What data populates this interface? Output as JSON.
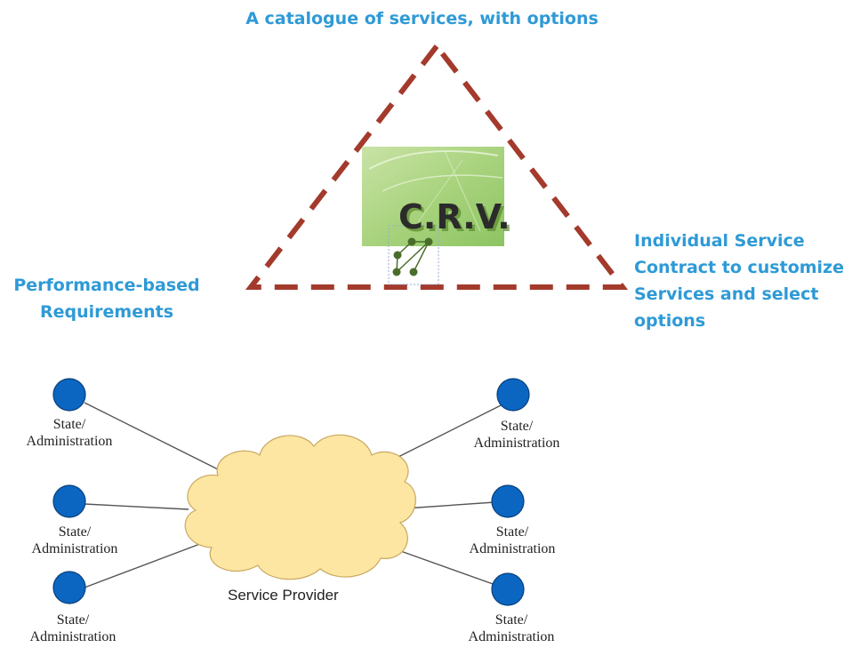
{
  "labels": {
    "top": "A catalogue of services, with options",
    "left_line1": "Performance-based",
    "left_line2": "Requirements",
    "right_line1": "Individual Service",
    "right_line2": "Contract to customize",
    "right_line3": "Services and select",
    "right_line4": "options"
  },
  "logo": {
    "text": "C.R.V."
  },
  "network": {
    "hub_label": "Service Provider",
    "node_line1": "State/",
    "node_line2": "Administration"
  },
  "colors": {
    "label_blue": "#2E9AD6",
    "triangle_dash": "#A33A2C",
    "node_fill": "#0B66C2",
    "cloud_fill": "#FCE6A2",
    "connector": "#555555"
  }
}
